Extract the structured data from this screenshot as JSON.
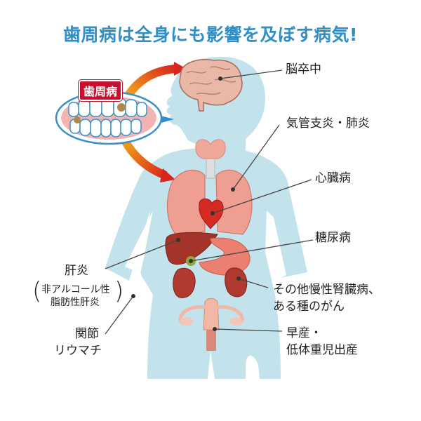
{
  "title": "歯周病は全身にも影響を及ぼす病気!",
  "source_badge": "歯周病",
  "colors": {
    "title": "#2f8fc6",
    "body_silhouette": "#c3e3ec",
    "badge": "#c8102e",
    "arrow_start": "#f7c21a",
    "arrow_end": "#d9261c",
    "leader_line": "#444444"
  },
  "labels": {
    "stroke": "脳卒中",
    "bronchitis": "気管支炎・肺炎",
    "heart": "心臓病",
    "diabetes": "糖尿病",
    "kidney_line1": "その他慢性腎臓病、",
    "kidney_line2": "ある種のがん",
    "preterm_line1": "早産・",
    "preterm_line2": "低体重児出産",
    "liver_main": "肝炎",
    "liver_sub1": "非アルコール性",
    "liver_sub2": "脂肪性肝炎",
    "ra_line1": "関節",
    "ra_line2": "リウマチ"
  },
  "icons": {
    "teeth": "teeth-bubble-icon",
    "brain": "brain-icon",
    "thyroid": "thyroid-icon",
    "lungs": "lungs-icon",
    "heart": "heart-icon",
    "liver": "liver-icon",
    "pancreas": "pancreas-icon",
    "kidneys": "kidneys-icon",
    "uterus": "uterus-icon"
  }
}
